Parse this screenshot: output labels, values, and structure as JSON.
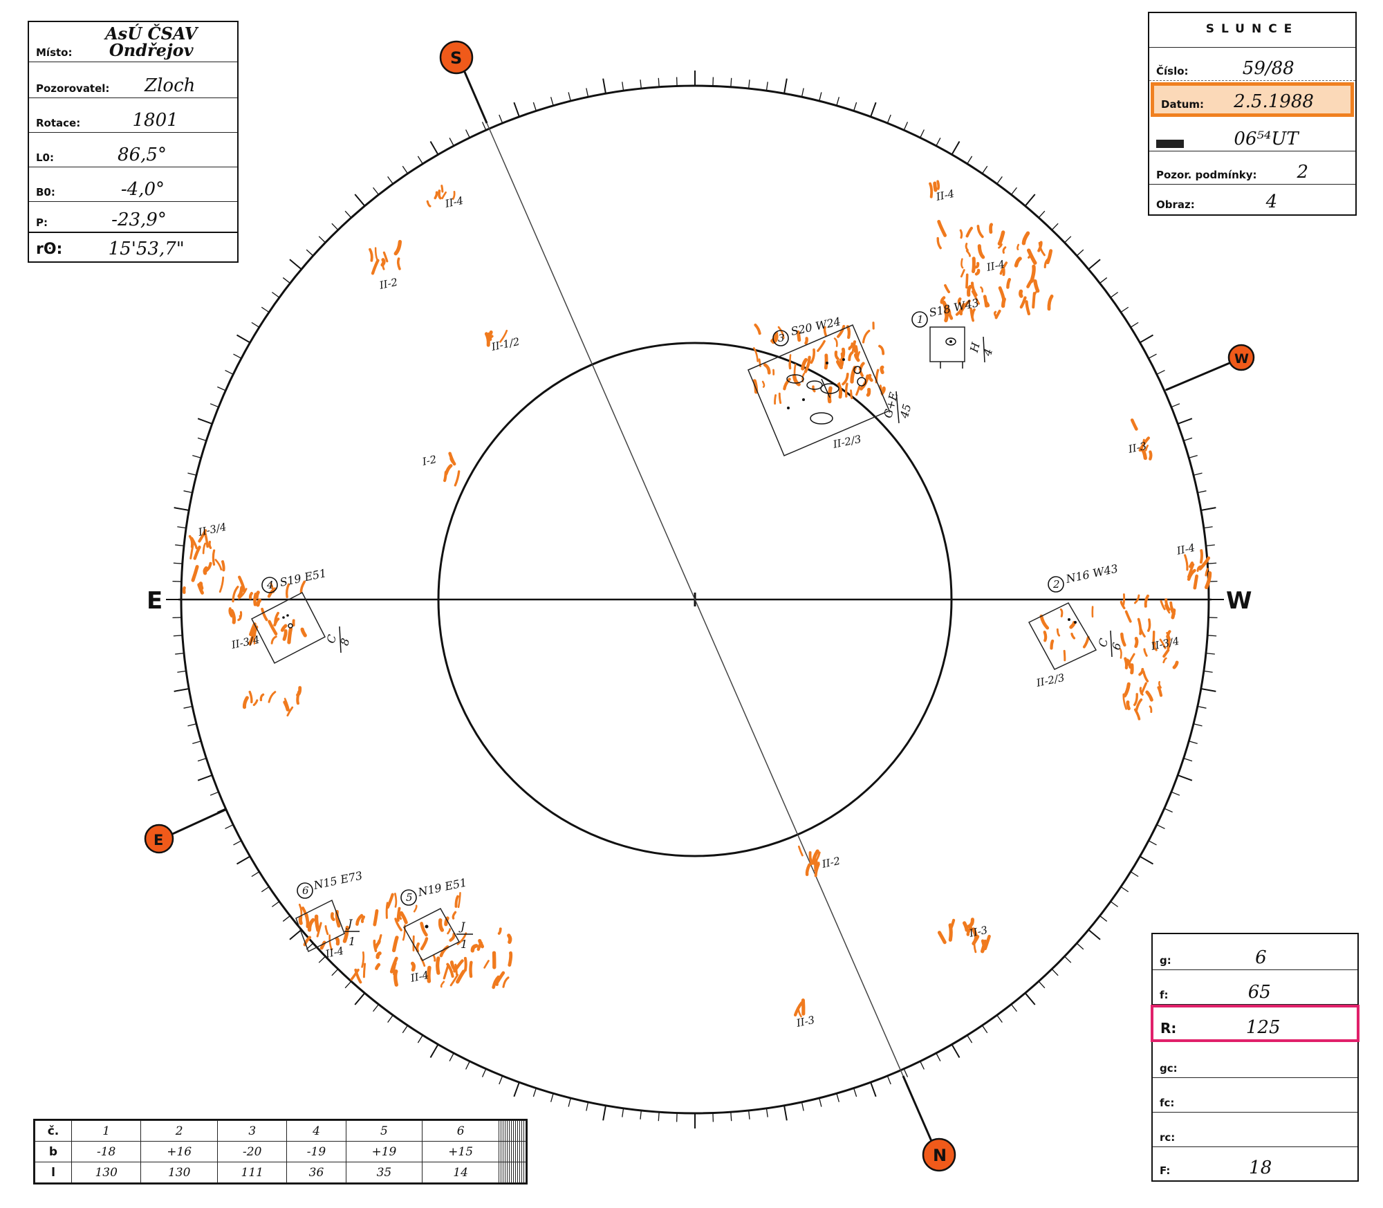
{
  "info": {
    "misto_label": "Místo:",
    "misto_value": "AsÚ ČSAV Ondřejov",
    "pozorovatel_label": "Pozorovatel:",
    "pozorovatel_value": "Zloch",
    "rotace_label": "Rotace:",
    "rotace_value": "1801",
    "l0_label": "L0:",
    "l0_value": "86,5°",
    "b0_label": "B0:",
    "b0_value": "-4,0°",
    "p_label": "P:",
    "p_value": "-23,9°",
    "r0_label": "rʘ:",
    "r0_value": "15'53,7\""
  },
  "slunce": {
    "title": "SLUNCE",
    "cislo_label": "Číslo:",
    "cislo_value": "59/88",
    "datum_label": "Datum:",
    "datum_value": "2.5.1988",
    "cas_value": "06⁵⁴UT",
    "podminky_label": "Pozor. podmínky:",
    "podminky_value": "2",
    "obraz_label": "Obraz:",
    "obraz_value": "4",
    "highlight_color": "#f08020"
  },
  "stats": {
    "g_label": "g:",
    "g_value": "6",
    "f_label": "f:",
    "f_value": "65",
    "r_label": "R:",
    "r_value": "125",
    "gc_label": "gc:",
    "gc_value": "",
    "fc_label": "fc:",
    "fc_value": "",
    "rc_label": "rc:",
    "rc_value": "",
    "ff_label": "F:",
    "ff_value": "18",
    "highlight_color": "#e0206a"
  },
  "compass": {
    "top_left": "S",
    "left": "E",
    "right": "W",
    "bottom": "N",
    "axis_left": "E",
    "axis_right": "W",
    "marker_color": "#f05a1a"
  },
  "groups": [
    {
      "num": "1",
      "coords": "S18 W43",
      "class_top": "H",
      "class_bottom": "4"
    },
    {
      "num": "2",
      "coords": "N16 W43",
      "class_top": "C",
      "class_bottom": "6"
    },
    {
      "num": "3",
      "coords": "S20 W24",
      "class_top": "G+E",
      "class_bottom": "45"
    },
    {
      "num": "4",
      "coords": "S19 E51",
      "class_top": "C",
      "class_bottom": "8"
    },
    {
      "num": "5",
      "coords": "N19 E51",
      "class_top": "J",
      "class_bottom": "1"
    },
    {
      "num": "6",
      "coords": "N15 E73",
      "class_top": "J",
      "class_bottom": "1"
    }
  ],
  "facula_labels": [
    "II-4",
    "II-2",
    "II-1/2",
    "I-2",
    "II-3/4",
    "II-3/4",
    "II-4",
    "II-4",
    "II-2/3",
    "II-3",
    "II-4",
    "II-2/3",
    "II-3/4",
    "II-2",
    "II-3",
    "II-3",
    "II-4",
    "II-4"
  ],
  "facula_color": "#f07a1e",
  "table": {
    "row_c_label": "č.",
    "row_b_label": "b",
    "row_l_label": "l",
    "c": [
      "1",
      "2",
      "3",
      "4",
      "5",
      "6"
    ],
    "b": [
      "-18",
      "+16",
      "-20",
      "-19",
      "+19",
      "+15"
    ],
    "l": [
      "130",
      "130",
      "111",
      "36",
      "35",
      "14"
    ]
  }
}
